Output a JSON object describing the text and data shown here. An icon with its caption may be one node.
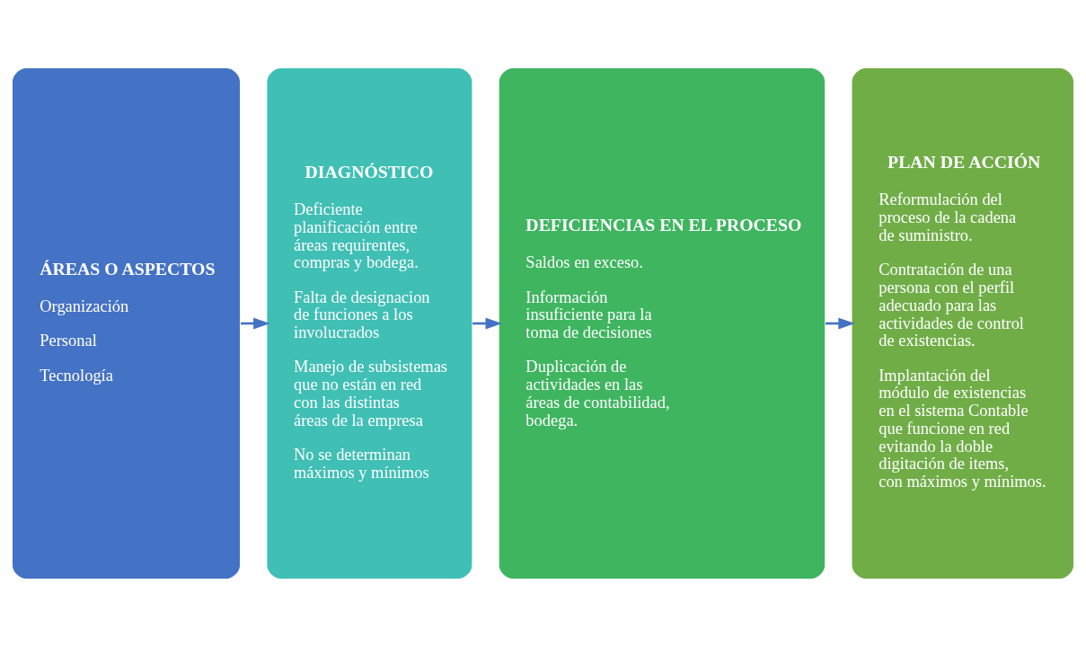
{
  "diagram": {
    "nodes": [
      {
        "text": [
          "ÁREAS O ASPECTOS",
          "Organización",
          "Personal",
          "Tecnología"
        ]
      },
      {
        "text": [
          "DIAGNÓSTICO",
          "Deficiente planificación entre áreas requirentes, compras y bodega.",
          "Falta de designacion de funciones a los involucrados",
          "Manejo de subsistemas que no están en red con las distintas áreas de la empresa",
          "No se determinan máximos y mínimos"
        ]
      },
      {
        "text": [
          "DEFICIENCIAS EN EL PROCESO",
          "Saldos en exceso.",
          "Información insuficiente para la toma de decisiones",
          "Duplicación de actividades en las áreas de contabilidad, bodega."
        ]
      },
      {
        "text": [
          "PLAN DE ACCIÓN",
          "Reformulación del proceso de la cadena de suministro.",
          "Contratación de una persona con el perfil adecuado para las actividades de control de existencias.",
          "Implantación del módulo de existencias en el sistema Contable que funcione en red evitando la doble digitación de items, con máximos y mínimos."
        ]
      }
    ],
    "edges": [
      {
        "from": 0,
        "to": 1,
        "arrow": "to"
      },
      {
        "from": 1,
        "to": 2,
        "arrow": "to"
      },
      {
        "from": 2,
        "to": 3,
        "arrow": "to"
      }
    ]
  }
}
